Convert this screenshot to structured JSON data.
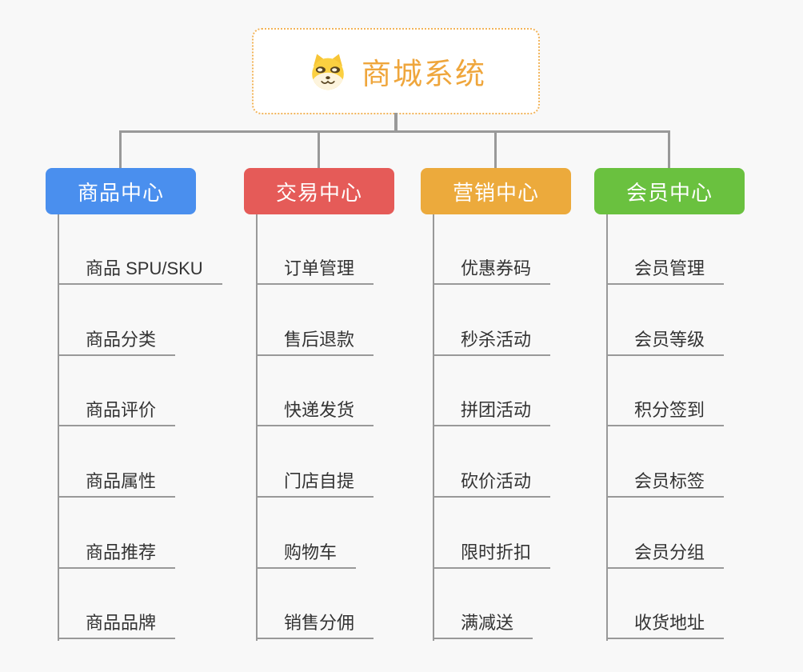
{
  "title": {
    "text": "商城系统",
    "icon": "shiba-dog-icon"
  },
  "colors": {
    "background": "#f8f8f8",
    "connector": "#999999",
    "root_text": "#efa63c",
    "root_border": "#f2b45a",
    "child_text": "#333333"
  },
  "branches": [
    {
      "label": "商品中心",
      "color": "#4a8fee",
      "children": [
        "商品 SPU/SKU",
        "商品分类",
        "商品评价",
        "商品属性",
        "商品推荐",
        "商品品牌"
      ]
    },
    {
      "label": "交易中心",
      "color": "#e55b58",
      "children": [
        "订单管理",
        "售后退款",
        "快递发货",
        "门店自提",
        "购物车",
        "销售分佣"
      ]
    },
    {
      "label": "营销中心",
      "color": "#ecaa3c",
      "children": [
        "优惠券码",
        "秒杀活动",
        "拼团活动",
        "砍价活动",
        "限时折扣",
        "满减送"
      ]
    },
    {
      "label": "会员中心",
      "color": "#6ac13f",
      "children": [
        "会员管理",
        "会员等级",
        "积分签到",
        "会员标签",
        "会员分组",
        "收货地址"
      ]
    }
  ]
}
